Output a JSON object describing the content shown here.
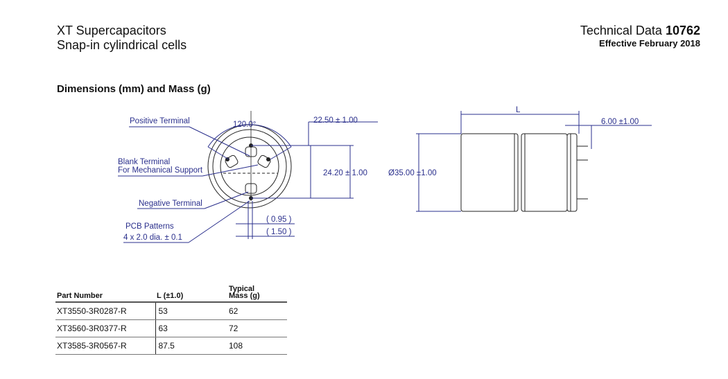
{
  "header": {
    "title_line1": "XT Supercapacitors",
    "title_line2": "Snap-in cylindrical cells",
    "doc_label": "Technical Data",
    "doc_number": "10762",
    "effective": "Effective February 2018"
  },
  "section_title": "Dimensions (mm) and Mass (g)",
  "drawing": {
    "positive_terminal": "Positive Terminal",
    "blank_terminal_1": "Blank Terminal",
    "blank_terminal_2": "For Mechanical Support",
    "negative_terminal": "Negative Terminal",
    "pcb_1": "PCB Patterns",
    "pcb_2": "4 x 2.0 dia. ± 0.1",
    "angle": "120.0°",
    "dim_2250": "22.50 ± 1.00",
    "dim_2420": "24.20 ± 1.00",
    "dim_095": "( 0.95 )",
    "dim_150": "( 1.50 )",
    "dim_L": "L",
    "dim_600": "6.00 ±1.00",
    "dim_dia": "Ø35.00 ±1.00"
  },
  "table": {
    "headers": {
      "part": "Part Number",
      "l": "L (±1.0)",
      "mass1": "Typical",
      "mass2": "Mass (g)"
    },
    "rows": [
      {
        "part": "XT3550-3R0287-R",
        "l": "53",
        "mass": "62"
      },
      {
        "part": "XT3560-3R0377-R",
        "l": "63",
        "mass": "72"
      },
      {
        "part": "XT3585-3R0567-R",
        "l": "87.5",
        "mass": "108"
      }
    ]
  }
}
